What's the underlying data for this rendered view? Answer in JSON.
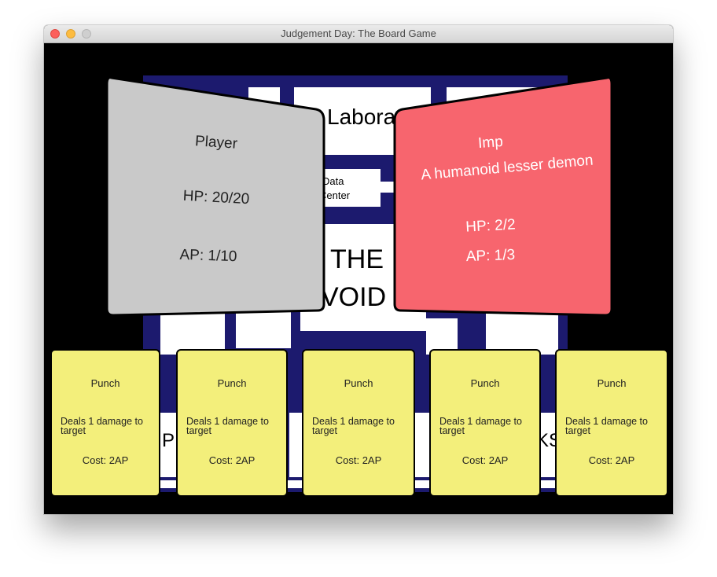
{
  "window": {
    "title": "Judgement Day: The Board Game"
  },
  "board": {
    "rooms": {
      "laboratory": "Laborato",
      "data_center_line1": "Data",
      "data_center_line2": "Center",
      "void_line1": "THE",
      "void_line2": "VOID",
      "left_edge": "P",
      "right_edge": "KS"
    }
  },
  "player": {
    "name": "Player",
    "hp": "HP: 20/20",
    "ap": "AP: 1/10"
  },
  "enemy": {
    "name": "Imp",
    "description": "A humanoid lesser demon",
    "hp": "HP: 2/2",
    "ap": "AP: 1/3"
  },
  "cards": [
    {
      "name": "Punch",
      "description": "Deals 1 damage to target",
      "cost": "Cost: 2AP"
    },
    {
      "name": "Punch",
      "description": "Deals 1 damage to target",
      "cost": "Cost: 2AP"
    },
    {
      "name": "Punch",
      "description": "Deals 1 damage to target",
      "cost": "Cost: 2AP"
    },
    {
      "name": "Punch",
      "description": "Deals 1 damage to target",
      "cost": "Cost: 2AP"
    },
    {
      "name": "Punch",
      "description": "Deals 1 damage to target",
      "cost": "Cost: 2AP"
    }
  ],
  "colors": {
    "board_background": "#1c1a6e",
    "player_panel": "#c9c9c9",
    "enemy_panel": "#f7656e",
    "card": "#f3ef7b"
  }
}
